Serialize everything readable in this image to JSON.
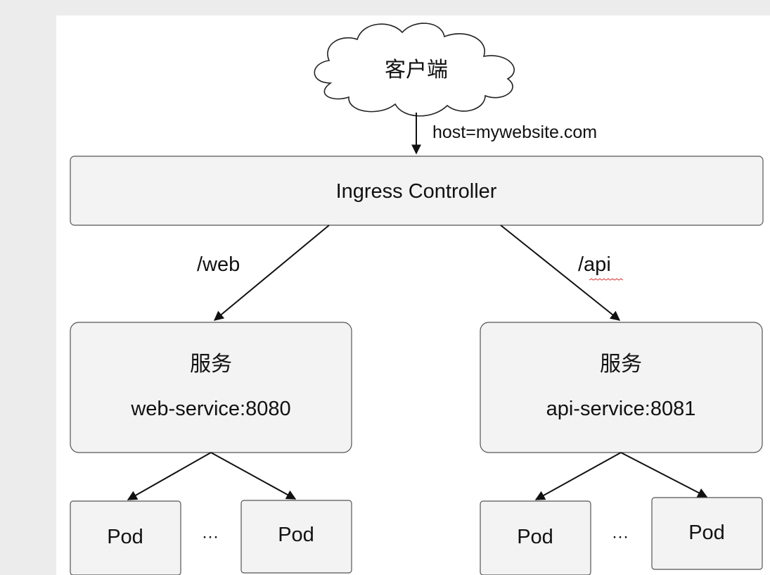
{
  "client": {
    "label": "客户端"
  },
  "host_edge": {
    "label": "host=mywebsite.com"
  },
  "ingress": {
    "label": "Ingress Controller"
  },
  "routes": [
    {
      "path": "/web"
    },
    {
      "path": "/api"
    }
  ],
  "services": [
    {
      "title": "服务",
      "name": "web-service:8080"
    },
    {
      "title": "服务",
      "name": "api-service:8081"
    }
  ],
  "pods": {
    "label": "Pod",
    "ellipsis": "···"
  },
  "colors": {
    "box_fill": "#f3f3f3",
    "box_stroke": "#555555",
    "canvas": "#ffffff",
    "margin": "#ececec",
    "spell_squiggle": "#d23b3b"
  }
}
